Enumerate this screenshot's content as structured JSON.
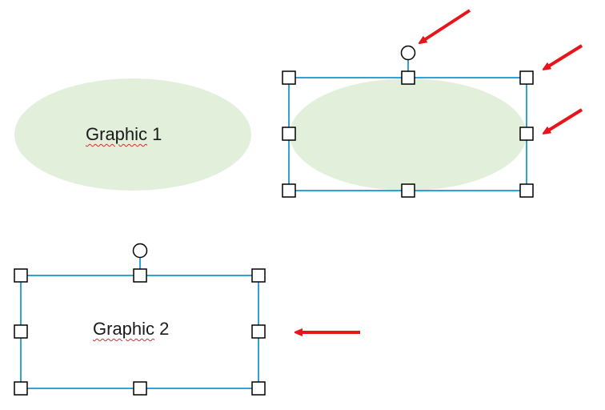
{
  "graphic1": {
    "label_word": "Graphic",
    "label_number": "1"
  },
  "graphic2": {
    "label_word": "Graphic",
    "label_number": "2"
  },
  "colors": {
    "ellipse_fill": "#e2efda",
    "selection_stroke": "#2ea3d6",
    "handle_stroke": "#000000",
    "handle_fill": "#ffffff",
    "arrow": "#e8141b",
    "spellcheck": "#d03030"
  },
  "icons": {
    "resize_handle": "square-handle-icon",
    "rotation_handle": "circle-rotate-icon",
    "pointer": "red-arrow-icon"
  }
}
